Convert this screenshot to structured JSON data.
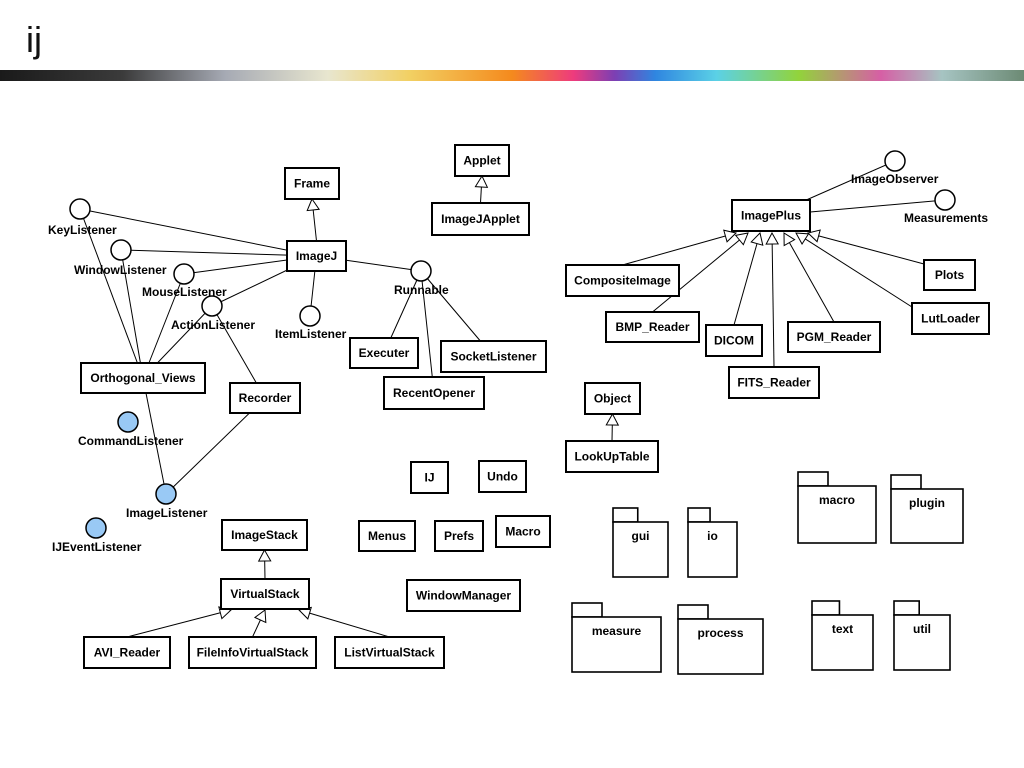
{
  "slide": {
    "title": "ij"
  },
  "colors": {
    "interface_filled": "#99c9f5",
    "interface_empty": "#ffffff",
    "line": "#000000"
  },
  "classes": [
    "Frame",
    "Applet",
    "ImageJApplet",
    "ImageJ",
    "ImagePlus",
    "CompositeImage",
    "Plots",
    "BMP_Reader",
    "DICOM",
    "PGM_Reader",
    "LutLoader",
    "FITS_Reader",
    "Executer",
    "SocketListener",
    "RecentOpener",
    "Orthogonal_Views",
    "Recorder",
    "Object",
    "LookUpTable",
    "IJ",
    "Undo",
    "Menus",
    "Prefs",
    "Macro",
    "WindowManager",
    "ImageStack",
    "VirtualStack",
    "AVI_Reader",
    "FileInfoVirtualStack",
    "ListVirtualStack"
  ],
  "interfaces": [
    {
      "label": "KeyListener",
      "filled": false
    },
    {
      "label": "WindowListener",
      "filled": false
    },
    {
      "label": "MouseListener",
      "filled": false
    },
    {
      "label": "ActionListener",
      "filled": false
    },
    {
      "label": "ItemListener",
      "filled": false
    },
    {
      "label": "Runnable",
      "filled": false
    },
    {
      "label": "ImageObserver",
      "filled": false
    },
    {
      "label": "Measurements",
      "filled": false
    },
    {
      "label": "CommandListener",
      "filled": true
    },
    {
      "label": "ImageListener",
      "filled": true
    },
    {
      "label": "IJEventListener",
      "filled": true
    }
  ],
  "packages": [
    "macro",
    "plugin",
    "gui",
    "io",
    "measure",
    "process",
    "text",
    "util"
  ],
  "relations": {
    "inheritance": [
      [
        "ImageJ",
        "Frame"
      ],
      [
        "ImageJApplet",
        "Applet"
      ],
      [
        "LookUpTable",
        "Object"
      ],
      [
        "VirtualStack",
        "ImageStack"
      ],
      [
        "AVI_Reader",
        "VirtualStack"
      ],
      [
        "FileInfoVirtualStack",
        "VirtualStack"
      ],
      [
        "ListVirtualStack",
        "VirtualStack"
      ],
      [
        "CompositeImage",
        "ImagePlus"
      ],
      [
        "BMP_Reader",
        "ImagePlus"
      ],
      [
        "DICOM",
        "ImagePlus"
      ],
      [
        "FITS_Reader",
        "ImagePlus"
      ],
      [
        "PGM_Reader",
        "ImagePlus"
      ],
      [
        "LutLoader",
        "ImagePlus"
      ],
      [
        "Plots",
        "ImagePlus"
      ]
    ],
    "realization": [
      [
        "ImageJ",
        "KeyListener"
      ],
      [
        "ImageJ",
        "WindowListener"
      ],
      [
        "ImageJ",
        "MouseListener"
      ],
      [
        "ImageJ",
        "ActionListener"
      ],
      [
        "ImageJ",
        "ItemListener"
      ],
      [
        "ImageJ",
        "Runnable"
      ],
      [
        "Executer",
        "Runnable"
      ],
      [
        "RecentOpener",
        "Runnable"
      ],
      [
        "SocketListener",
        "Runnable"
      ],
      [
        "Orthogonal_Views",
        "KeyListener"
      ],
      [
        "Orthogonal_Views",
        "WindowListener"
      ],
      [
        "Orthogonal_Views",
        "MouseListener"
      ],
      [
        "Orthogonal_Views",
        "ActionListener"
      ],
      [
        "Orthogonal_Views",
        "ImageListener"
      ],
      [
        "Recorder",
        "ActionListener"
      ],
      [
        "Recorder",
        "ImageListener"
      ],
      [
        "ImagePlus",
        "ImageObserver"
      ],
      [
        "ImagePlus",
        "Measurements"
      ]
    ]
  }
}
